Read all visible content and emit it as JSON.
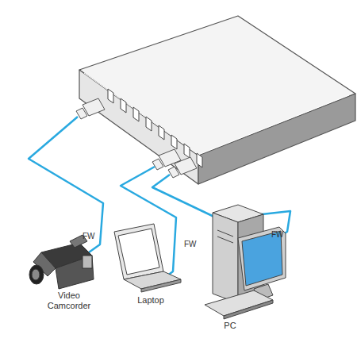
{
  "diagram": {
    "nodes": [
      {
        "text": [
          "Video Camcorder"
        ]
      },
      {
        "text": [
          "Laptop"
        ]
      },
      {
        "text": [
          "PC"
        ]
      }
    ],
    "labels": [
      "FW",
      "FW",
      "FW"
    ]
  }
}
